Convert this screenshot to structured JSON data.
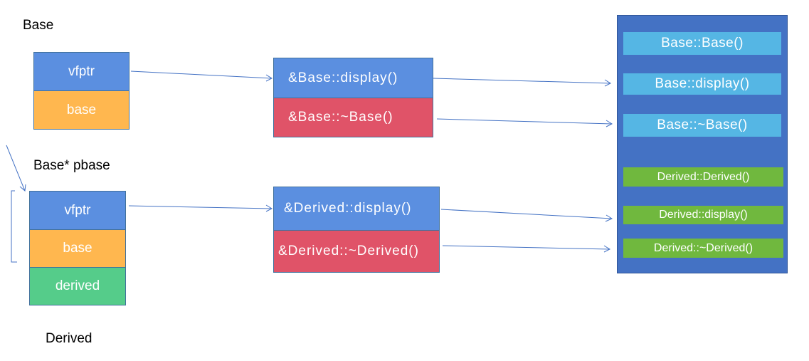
{
  "base_object": {
    "title": "Base",
    "fields": [
      "vfptr",
      "base"
    ]
  },
  "derived_object": {
    "pointer_label": "Base* pbase",
    "fields": [
      "vfptr",
      "base",
      "derived"
    ],
    "title": "Derived"
  },
  "base_vtable": {
    "entries": [
      "&Base::display()",
      "&Base::~Base()"
    ]
  },
  "derived_vtable": {
    "entries": [
      "&Derived::display()",
      "&Derived::~Derived()"
    ]
  },
  "code_segment": {
    "base_functions": [
      "Base::Base()",
      "Base::display()",
      "Base::~Base()"
    ],
    "derived_functions": [
      "Derived::Derived()",
      "Derived::display()",
      "Derived::~Derived()"
    ]
  },
  "colors": {
    "vfptr_cell": "#5b8fe0",
    "base_cell": "#ffb74f",
    "derived_cell": "#55cc8a",
    "display_entry": "#5b8fe0",
    "destructor_entry": "#e05368",
    "code_area": "#4472c4",
    "base_function": "#55b6e4",
    "derived_function": "#70b83e",
    "arrow": "#4472c4"
  }
}
